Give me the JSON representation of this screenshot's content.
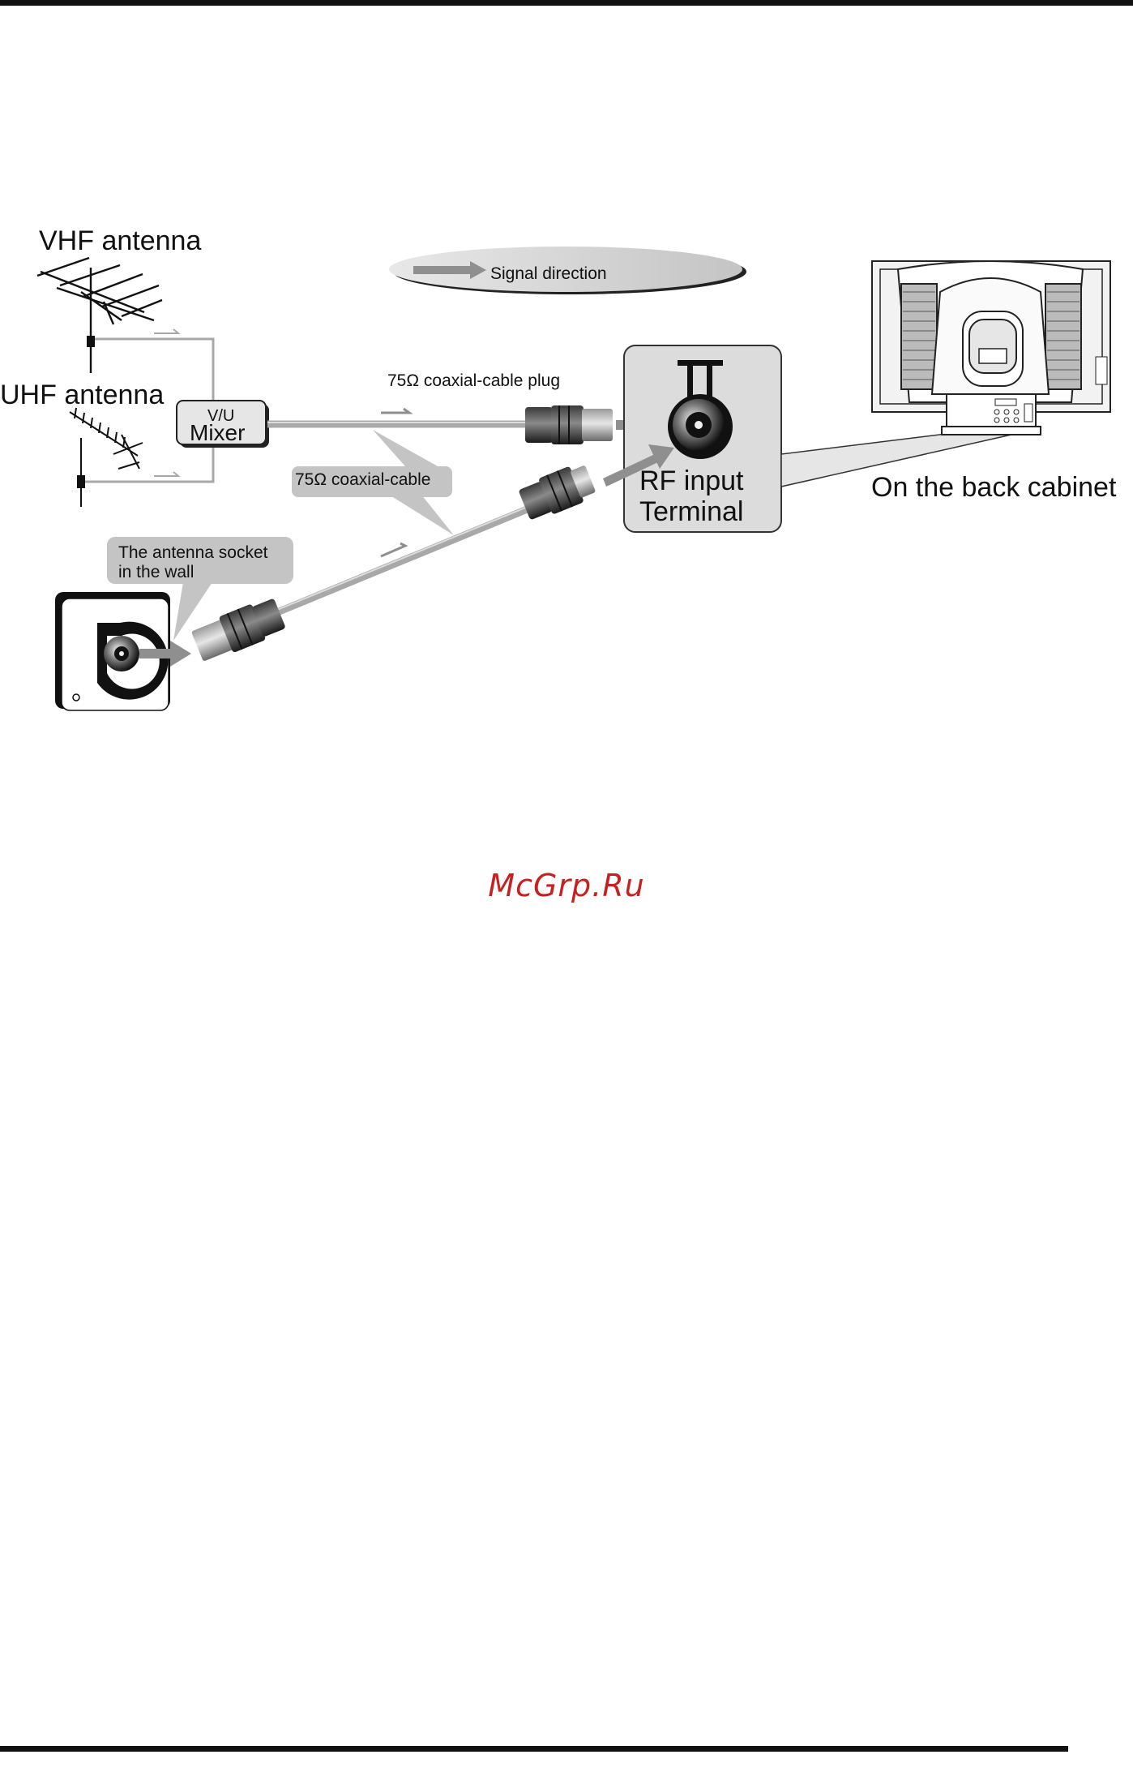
{
  "labels": {
    "vhf_antenna": "VHF antenna",
    "uhf_antenna": "UHF antenna",
    "vu": "V/U",
    "mixer": "Mixer",
    "signal_direction": "Signal direction",
    "coax_plug": "75Ω coaxial-cable plug",
    "coax_cable": "75Ω coaxial-cable",
    "rf_input_line1": "RF input",
    "rf_input_line2": "Terminal",
    "back_cabinet": "On the back cabinet",
    "socket_line1": "The antenna socket",
    "socket_line2": "in the wall"
  },
  "watermark": "McGrp.Ru",
  "colors": {
    "cable": "#a8a8a8",
    "arrow": "#8f8f8f",
    "bubble": "#c4c4c4",
    "panel": "#dcdcdc",
    "watermark": "#c6211f"
  }
}
